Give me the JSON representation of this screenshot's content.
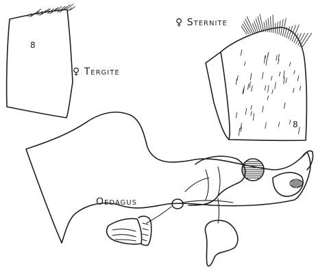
{
  "labels": {
    "tergite": "♀ Tergite",
    "sternite": "♀ Sternite",
    "oedagus": "Oedagus"
  },
  "segment_numbers": {
    "tergite": "8",
    "sternite": "8"
  }
}
